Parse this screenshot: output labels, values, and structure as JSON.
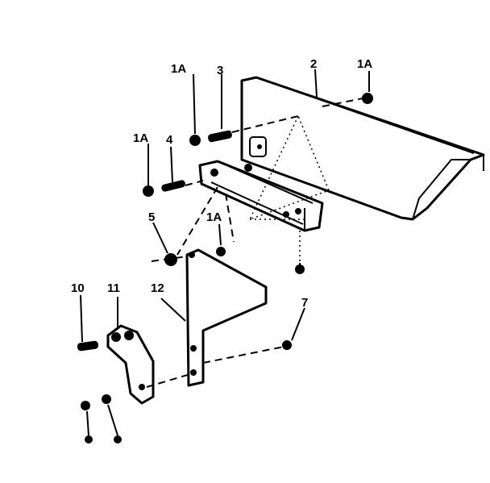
{
  "diagram": {
    "callouts": {
      "c_1a_top_left": "1A",
      "c_3": "3",
      "c_2": "2",
      "c_1a_top_right": "1A",
      "c_1a_mid_left": "1A",
      "c_4": "4",
      "c_5": "5",
      "c_1a_center": "1A",
      "c_7": "7",
      "c_10": "10",
      "c_11": "11",
      "c_12": "12"
    }
  }
}
